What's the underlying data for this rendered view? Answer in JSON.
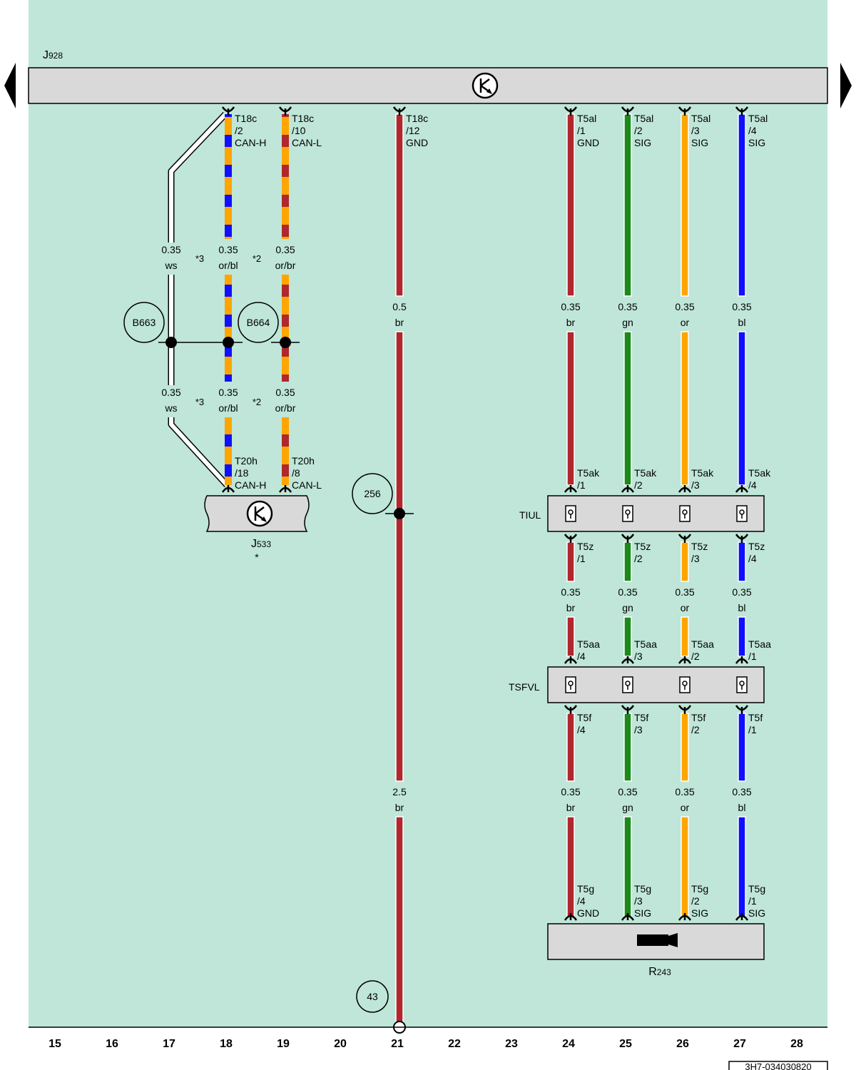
{
  "colors": {
    "background": "#bfe6d8",
    "component_fill": "#d9d9d9",
    "br": "#b0272d",
    "gn": "#1a8a1a",
    "or": "#ffa500",
    "bl": "#1010ff",
    "ws": "#ffffff"
  },
  "modules": {
    "gateway_top": {
      "name": "J",
      "sub": "928",
      "icon": "transceiver-icon"
    },
    "gateway_lower": {
      "name": "J",
      "sub": "533",
      "note": "*",
      "icon": "transceiver-icon"
    },
    "camera": {
      "name": "R",
      "sub": "243",
      "icon": "camera-icon"
    },
    "connector_tiul": {
      "name": "TIUL"
    },
    "connector_tsfvl": {
      "name": "TSFVL"
    }
  },
  "pins": [
    {
      "id": "j928-t18c-2",
      "lines": [
        "T18c",
        "/2",
        "CAN-H"
      ]
    },
    {
      "id": "j928-t18c-10",
      "lines": [
        "T18c",
        "/10",
        "CAN-L"
      ]
    },
    {
      "id": "j928-t18c-12",
      "lines": [
        "T18c",
        "/12",
        "GND"
      ]
    },
    {
      "id": "j928-t5al-1",
      "lines": [
        "T5al",
        "/1",
        "GND"
      ]
    },
    {
      "id": "j928-t5al-2",
      "lines": [
        "T5al",
        "/2",
        "SIG"
      ]
    },
    {
      "id": "j928-t5al-3",
      "lines": [
        "T5al",
        "/3",
        "SIG"
      ]
    },
    {
      "id": "j928-t5al-4",
      "lines": [
        "T5al",
        "/4",
        "SIG"
      ]
    },
    {
      "id": "j533-t20h-18",
      "lines": [
        "T20h",
        "/18",
        "CAN-H"
      ]
    },
    {
      "id": "j533-t20h-8",
      "lines": [
        "T20h",
        "/8",
        "CAN-L"
      ]
    },
    {
      "id": "tiul-t5ak-1",
      "lines": [
        "T5ak",
        "/1"
      ]
    },
    {
      "id": "tiul-t5ak-2",
      "lines": [
        "T5ak",
        "/2"
      ]
    },
    {
      "id": "tiul-t5ak-3",
      "lines": [
        "T5ak",
        "/3"
      ]
    },
    {
      "id": "tiul-t5ak-4",
      "lines": [
        "T5ak",
        "/4"
      ]
    },
    {
      "id": "tiul-t5z-1",
      "lines": [
        "T5z",
        "/1"
      ]
    },
    {
      "id": "tiul-t5z-2",
      "lines": [
        "T5z",
        "/2"
      ]
    },
    {
      "id": "tiul-t5z-3",
      "lines": [
        "T5z",
        "/3"
      ]
    },
    {
      "id": "tiul-t5z-4",
      "lines": [
        "T5z",
        "/4"
      ]
    },
    {
      "id": "tsfvl-t5aa-4",
      "lines": [
        "T5aa",
        "/4"
      ]
    },
    {
      "id": "tsfvl-t5aa-3",
      "lines": [
        "T5aa",
        "/3"
      ]
    },
    {
      "id": "tsfvl-t5aa-2",
      "lines": [
        "T5aa",
        "/2"
      ]
    },
    {
      "id": "tsfvl-t5aa-1",
      "lines": [
        "T5aa",
        "/1"
      ]
    },
    {
      "id": "tsfvl-t5f-4",
      "lines": [
        "T5f",
        "/4"
      ]
    },
    {
      "id": "tsfvl-t5f-3",
      "lines": [
        "T5f",
        "/3"
      ]
    },
    {
      "id": "tsfvl-t5f-2",
      "lines": [
        "T5f",
        "/2"
      ]
    },
    {
      "id": "tsfvl-t5f-1",
      "lines": [
        "T5f",
        "/1"
      ]
    },
    {
      "id": "r243-t5g-4",
      "lines": [
        "T5g",
        "/4",
        "GND"
      ]
    },
    {
      "id": "r243-t5g-3",
      "lines": [
        "T5g",
        "/3",
        "SIG"
      ]
    },
    {
      "id": "r243-t5g-2",
      "lines": [
        "T5g",
        "/2",
        "SIG"
      ]
    },
    {
      "id": "r243-t5g-1",
      "lines": [
        "T5g",
        "/1",
        "SIG"
      ]
    }
  ],
  "wire_labels": [
    {
      "id": "ws-upper",
      "size": "0.35",
      "color": "ws"
    },
    {
      "id": "orbl-upper",
      "size": "0.35",
      "color": "or/bl"
    },
    {
      "id": "orbr-upper",
      "size": "0.35",
      "color": "or/br"
    },
    {
      "id": "ws-lower",
      "size": "0.35",
      "color": "ws"
    },
    {
      "id": "orbl-lower",
      "size": "0.35",
      "color": "or/bl"
    },
    {
      "id": "orbr-lower",
      "size": "0.35",
      "color": "or/br"
    },
    {
      "id": "gnd-upper",
      "size": "0.5",
      "color": "br"
    },
    {
      "id": "gnd-lower",
      "size": "2.5",
      "color": "br"
    },
    {
      "id": "c24-a",
      "size": "0.35",
      "color": "br"
    },
    {
      "id": "c25-a",
      "size": "0.35",
      "color": "gn"
    },
    {
      "id": "c26-a",
      "size": "0.35",
      "color": "or"
    },
    {
      "id": "c27-a",
      "size": "0.35",
      "color": "bl"
    },
    {
      "id": "c24-b",
      "size": "0.35",
      "color": "br"
    },
    {
      "id": "c25-b",
      "size": "0.35",
      "color": "gn"
    },
    {
      "id": "c26-b",
      "size": "0.35",
      "color": "or"
    },
    {
      "id": "c27-b",
      "size": "0.35",
      "color": "bl"
    },
    {
      "id": "c24-c",
      "size": "0.35",
      "color": "br"
    },
    {
      "id": "c25-c",
      "size": "0.35",
      "color": "gn"
    },
    {
      "id": "c26-c",
      "size": "0.35",
      "color": "or"
    },
    {
      "id": "c27-c",
      "size": "0.35",
      "color": "bl"
    }
  ],
  "footnotes": [
    {
      "id": "fn3-upper",
      "text": "*3"
    },
    {
      "id": "fn2-upper",
      "text": "*2"
    },
    {
      "id": "fn3-lower",
      "text": "*3"
    },
    {
      "id": "fn2-lower",
      "text": "*2"
    }
  ],
  "junctions": [
    {
      "id": "B663",
      "label": "B663"
    },
    {
      "id": "B664",
      "label": "B664"
    },
    {
      "id": "256",
      "label": "256"
    },
    {
      "id": "43",
      "label": "43"
    }
  ],
  "column_numbers": [
    "15",
    "16",
    "17",
    "18",
    "19",
    "20",
    "21",
    "22",
    "23",
    "24",
    "25",
    "26",
    "27",
    "28"
  ],
  "document_number": "3H7-034030820",
  "nav": {
    "prev_icon": "triangle-left-icon",
    "next_icon": "triangle-right-icon"
  }
}
